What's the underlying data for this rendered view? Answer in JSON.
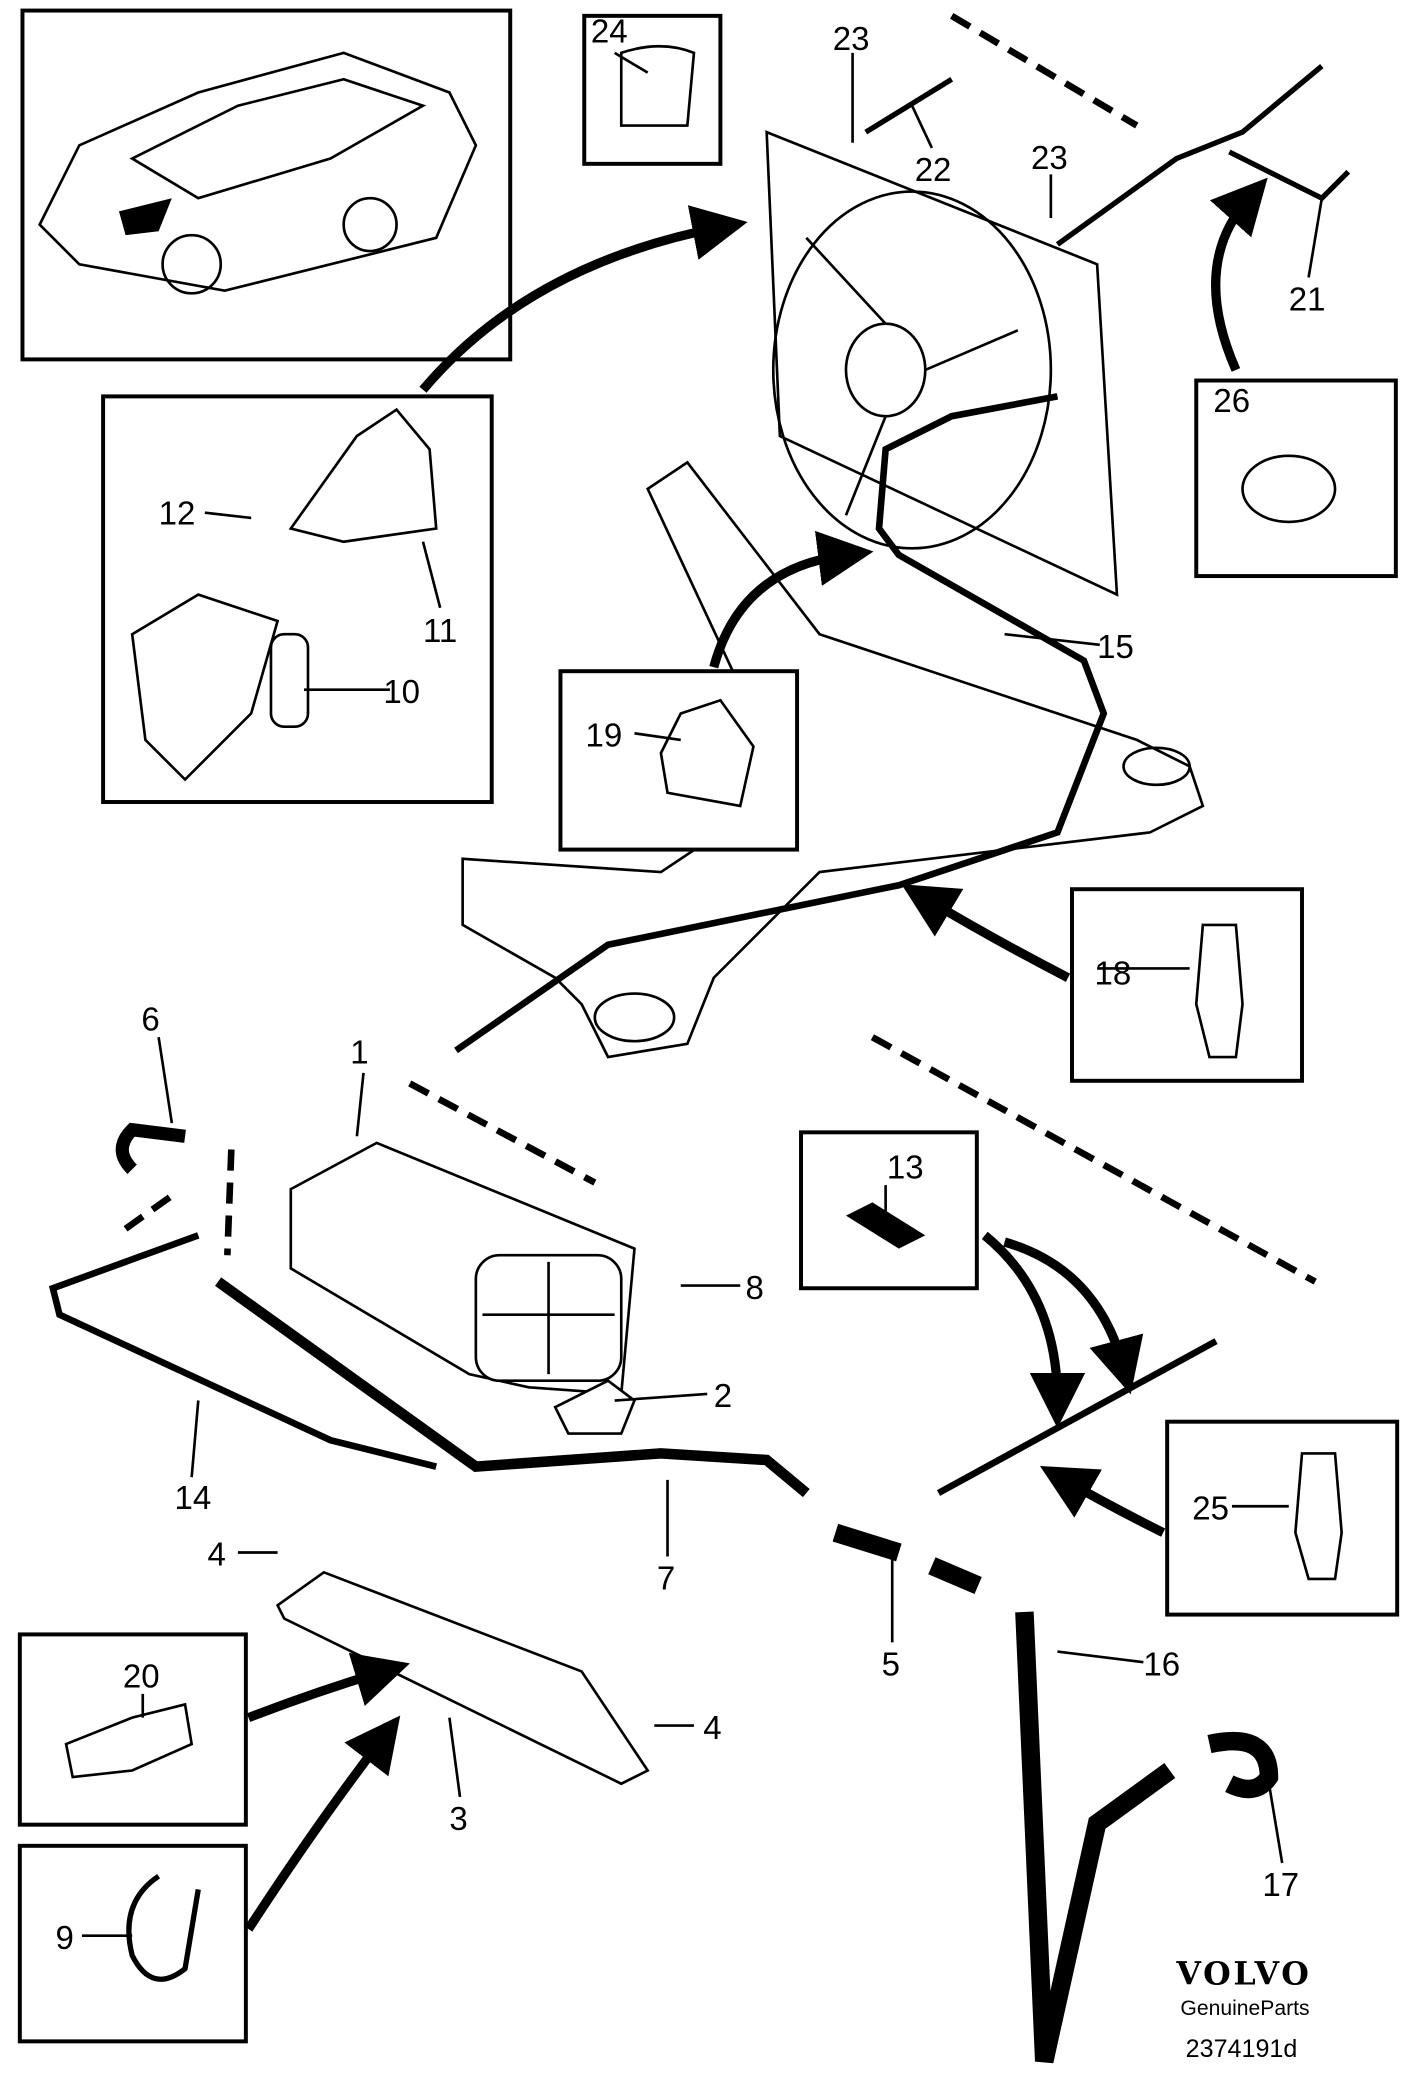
{
  "diagram": {
    "callouts": [
      "1",
      "2",
      "3",
      "4",
      "4",
      "5",
      "6",
      "7",
      "8",
      "9",
      "10",
      "11",
      "12",
      "13",
      "14",
      "15",
      "16",
      "17",
      "18",
      "19",
      "20",
      "21",
      "22",
      "23",
      "23",
      "24",
      "25",
      "26"
    ],
    "brand": {
      "logo_text": "VOLVO",
      "tagline": "GenuineParts",
      "drawing_number": "2374191d"
    }
  }
}
